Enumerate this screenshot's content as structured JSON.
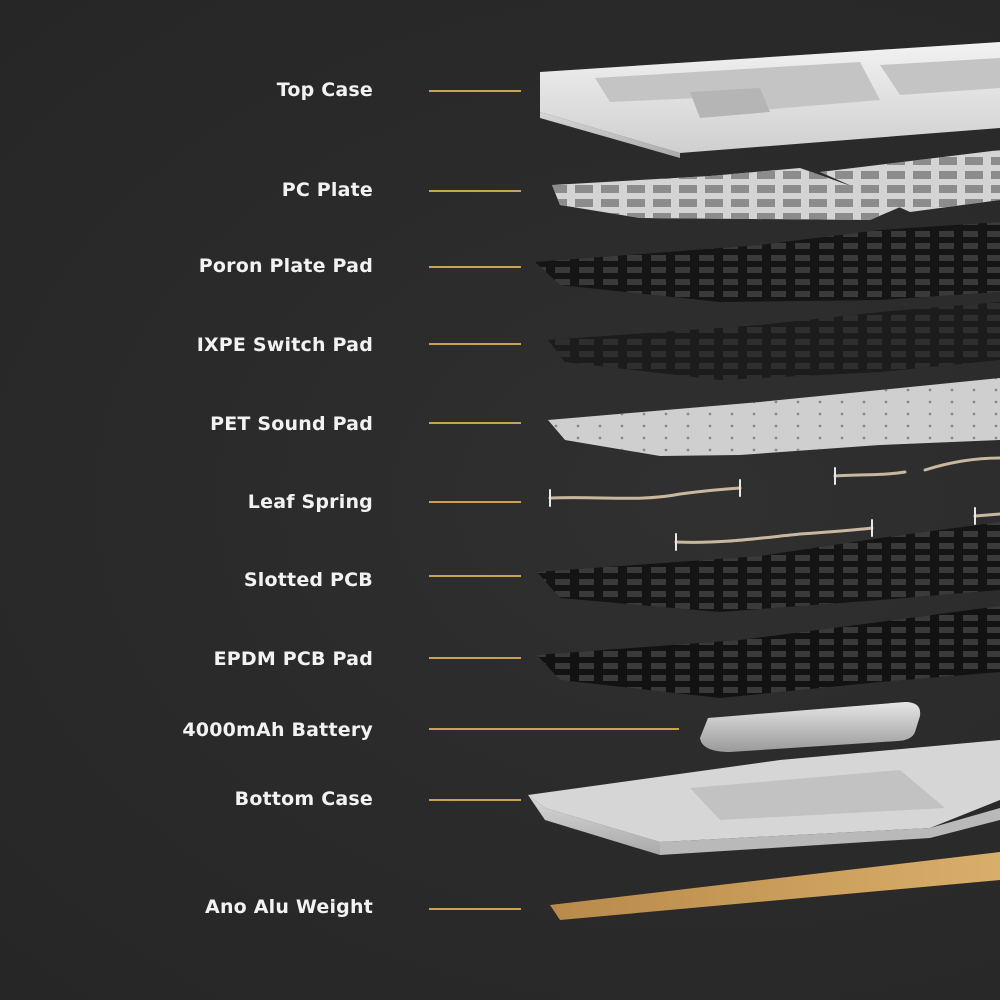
{
  "colors": {
    "background": "#2a2a2a",
    "label_text": "#f2f2f2",
    "leader_line": "#c9a352"
  },
  "layers": [
    {
      "key": "top_case",
      "label": "Top Case",
      "icon": "top-case-part"
    },
    {
      "key": "pc_plate",
      "label": "PC Plate",
      "icon": "pc-plate-part"
    },
    {
      "key": "poron_plate_pad",
      "label": "Poron Plate Pad",
      "icon": "poron-plate-pad-part"
    },
    {
      "key": "ixpe_switch_pad",
      "label": "IXPE Switch Pad",
      "icon": "ixpe-switch-pad-part"
    },
    {
      "key": "pet_sound_pad",
      "label": "PET Sound Pad",
      "icon": "pet-sound-pad-part"
    },
    {
      "key": "leaf_spring",
      "label": "Leaf Spring",
      "icon": "leaf-spring-part"
    },
    {
      "key": "slotted_pcb",
      "label": "Slotted PCB",
      "icon": "slotted-pcb-part"
    },
    {
      "key": "epdm_pcb_pad",
      "label": "EPDM PCB Pad",
      "icon": "epdm-pcb-pad-part"
    },
    {
      "key": "battery",
      "label": "4000mAh Battery",
      "icon": "battery-part"
    },
    {
      "key": "bottom_case",
      "label": "Bottom Case",
      "icon": "bottom-case-part"
    },
    {
      "key": "ano_alu_weight",
      "label": "Ano Alu Weight",
      "icon": "alu-weight-part"
    }
  ]
}
